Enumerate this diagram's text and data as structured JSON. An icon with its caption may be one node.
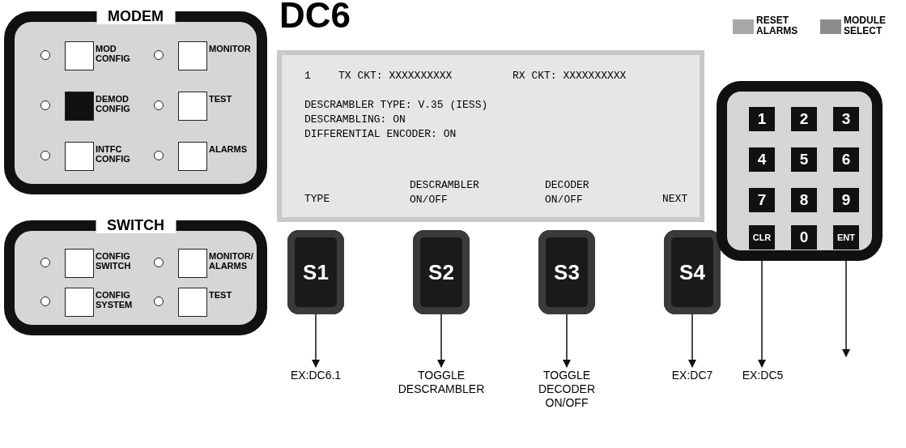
{
  "diagram": {
    "title": "DC6",
    "nodes": [
      {
        "text": [
          "MODEM"
        ]
      },
      {
        "text": [],
        "shape": "box",
        "in": 0,
        "beside": [
          "MOD CONFIG"
        ]
      },
      {
        "text": [],
        "shape": "box",
        "in": 0,
        "beside": [
          "MONITOR"
        ]
      },
      {
        "text": [],
        "shape": "box",
        "in": 0,
        "beside": [
          "DEMOD CONFIG"
        ]
      },
      {
        "text": [],
        "shape": "box",
        "in": 0,
        "beside": [
          "TEST"
        ]
      },
      {
        "text": [],
        "shape": "box",
        "in": 0,
        "beside": [
          "INTFC CONFIG"
        ]
      },
      {
        "text": [],
        "shape": "box",
        "in": 0,
        "beside": [
          "ALARMS"
        ]
      },
      {
        "text": [
          "SWITCH"
        ]
      },
      {
        "text": [],
        "shape": "box",
        "in": 7,
        "beside": [
          "CONFIG SWITCH"
        ]
      },
      {
        "text": [],
        "shape": "box",
        "in": 7,
        "beside": [
          "MONITOR/ ALARMS"
        ]
      },
      {
        "text": [],
        "shape": "box",
        "in": 7,
        "beside": [
          "CONFIG SYSTEM"
        ]
      },
      {
        "text": [],
        "shape": "box",
        "in": 7,
        "beside": [
          "TEST"
        ]
      },
      {
        "text": [
          "1",
          "TX CKT: XXXXXXXXXX",
          "RX CKT: XXXXXXXXXX",
          "DESCRAMBLER TYPE: V.35 (IESS)",
          "DESCRAMBLING: ON",
          "DIFFERENTIAL ENCODER: ON",
          "TYPE",
          "DESCRAMBLER ON/OFF",
          "DECODER ON/OFF",
          "NEXT"
        ]
      },
      {
        "text": [
          "S1"
        ]
      },
      {
        "text": [
          "S2"
        ]
      },
      {
        "text": [
          "S3"
        ]
      },
      {
        "text": [
          "S4"
        ]
      },
      {
        "text": [],
        "shape": "box"
      },
      {
        "text": [
          "1"
        ],
        "in": 17
      },
      {
        "text": [
          "2"
        ],
        "in": 17
      },
      {
        "text": [
          "3"
        ],
        "in": 17
      },
      {
        "text": [
          "4"
        ],
        "in": 17
      },
      {
        "text": [
          "5"
        ],
        "in": 17
      },
      {
        "text": [
          "6"
        ],
        "in": 17
      },
      {
        "text": [
          "7"
        ],
        "in": 17
      },
      {
        "text": [
          "8"
        ],
        "in": 17
      },
      {
        "text": [
          "9"
        ],
        "in": 17
      },
      {
        "text": [
          "CLR"
        ],
        "in": 17
      },
      {
        "text": [
          "0"
        ],
        "in": 17
      },
      {
        "text": [
          "ENT"
        ],
        "in": 17
      },
      {
        "text": [
          "EX:DC6.1"
        ]
      },
      {
        "text": [
          "TOGGLE DESCRAMBLER"
        ]
      },
      {
        "text": [
          "TOGGLE DECODER ON/OFF"
        ]
      },
      {
        "text": [
          "EX:DC7"
        ]
      },
      {
        "text": [
          "EX:DC5"
        ]
      }
    ],
    "edges": [
      {
        "from": 13,
        "to": 30,
        "arrow": "to"
      },
      {
        "from": 14,
        "to": 31,
        "arrow": "to"
      },
      {
        "from": 15,
        "to": 32,
        "arrow": "to"
      },
      {
        "from": 16,
        "to": 33,
        "arrow": "to"
      },
      {
        "from": 27,
        "to": 34,
        "arrow": "to"
      },
      {
        "from": 29,
        "to": null,
        "arrow": "to"
      }
    ],
    "legend": [
      {
        "text": "RESET ALARMS",
        "color": "#a8a8a8"
      },
      {
        "text": "MODULE SELECT",
        "color": "#8c8c8c"
      }
    ]
  }
}
